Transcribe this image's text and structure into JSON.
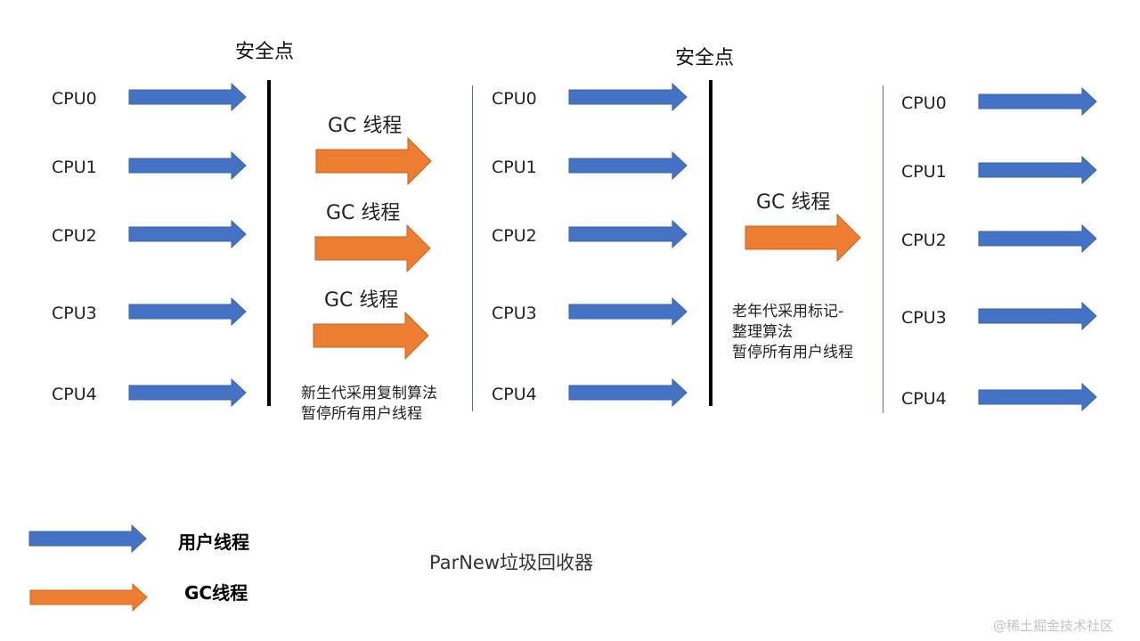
{
  "diagram": {
    "safepoint_label": "安全点",
    "gc_thread_label": "GC 线程",
    "cpus": [
      "CPU0",
      "CPU1",
      "CPU2",
      "CPU3",
      "CPU4"
    ],
    "young_gen_note": [
      "新生代采用复制算法",
      "暂停所有用户线程"
    ],
    "old_gen_note": [
      "老年代采用标记-",
      "整理算法",
      "暂停所有用户线程"
    ],
    "legend": {
      "user_thread": "用户线程",
      "gc_thread": "GC线程"
    },
    "caption": "ParNew垃圾回收器",
    "watermark": "@稀土掘金技术社区",
    "colors": {
      "user_thread": "#4472C4",
      "gc_thread": "#ED7D31",
      "arrow_outline_user": "#3A62A8",
      "arrow_outline_gc": "#C5651F"
    }
  }
}
